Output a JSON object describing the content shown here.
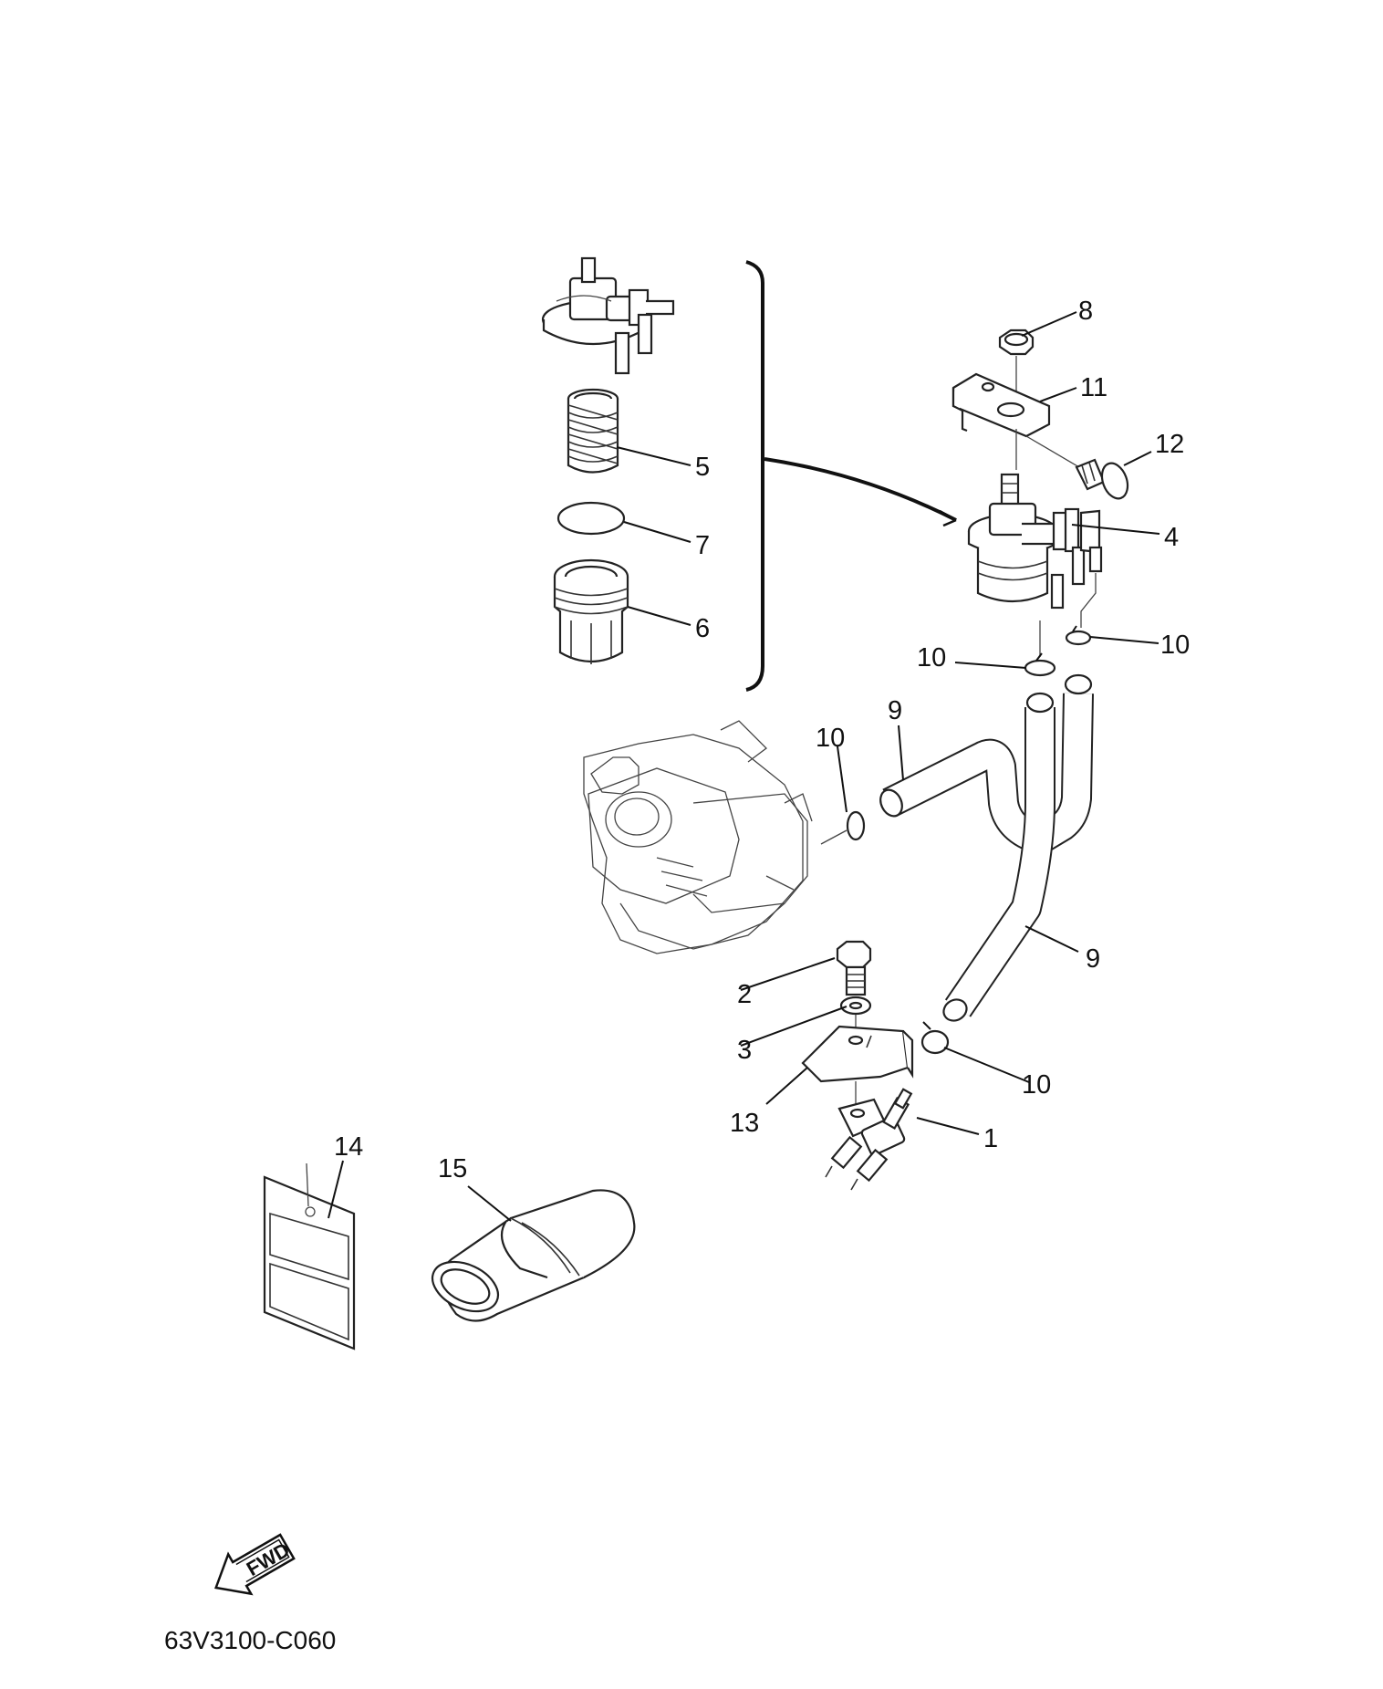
{
  "diagram_code": "63V3100-C060",
  "fwd_label": "FWD",
  "callouts": [
    {
      "id": "c1",
      "label": "1"
    },
    {
      "id": "c2",
      "label": "2"
    },
    {
      "id": "c3",
      "label": "3"
    },
    {
      "id": "c4",
      "label": "4"
    },
    {
      "id": "c5",
      "label": "5"
    },
    {
      "id": "c6",
      "label": "6"
    },
    {
      "id": "c7",
      "label": "7"
    },
    {
      "id": "c8",
      "label": "8"
    },
    {
      "id": "c9a",
      "label": "9"
    },
    {
      "id": "c9b",
      "label": "9"
    },
    {
      "id": "c10a",
      "label": "10"
    },
    {
      "id": "c10b",
      "label": "10"
    },
    {
      "id": "c10c",
      "label": "10"
    },
    {
      "id": "c10d",
      "label": "10"
    },
    {
      "id": "c11",
      "label": "11"
    },
    {
      "id": "c12",
      "label": "12"
    },
    {
      "id": "c13",
      "label": "13"
    },
    {
      "id": "c14",
      "label": "14"
    },
    {
      "id": "c15",
      "label": "15"
    }
  ]
}
